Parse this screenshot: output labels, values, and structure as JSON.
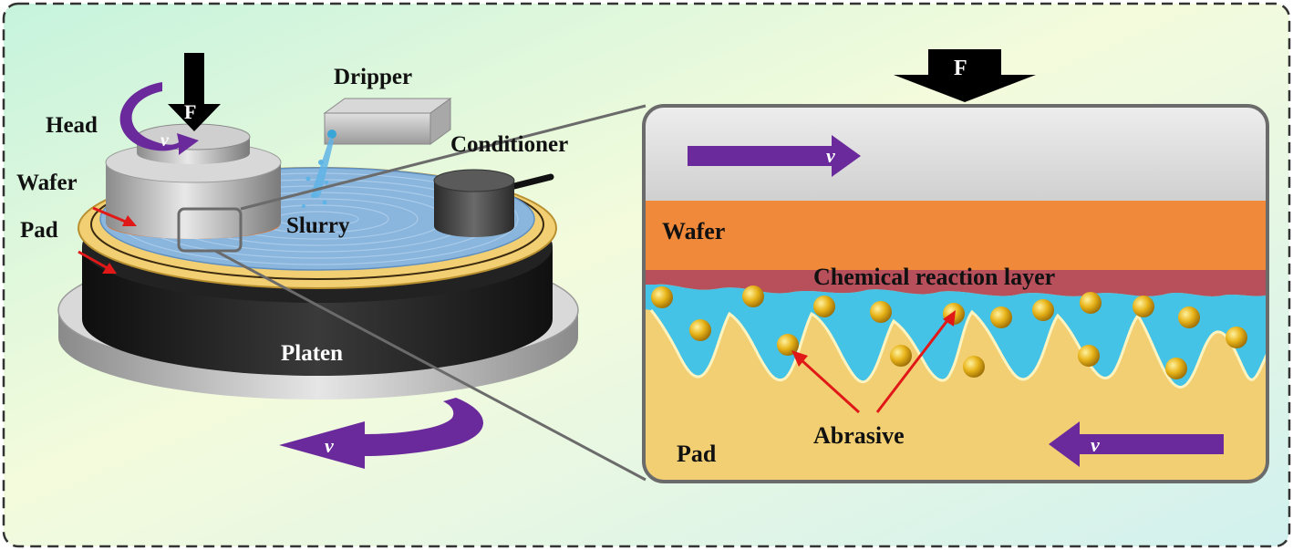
{
  "labels": {
    "force": "F",
    "velocity": "v",
    "head": "Head",
    "dripper": "Dripper",
    "conditioner": "Conditioner",
    "wafer": "Wafer",
    "pad": "Pad",
    "slurry": "Slurry",
    "platen": "Platen",
    "detail_wafer": "Wafer",
    "chemical_layer": "Chemical reaction layer",
    "abrasive": "Abrasive",
    "detail_pad": "Pad"
  },
  "colors": {
    "velocity_arrow": "#6a2a9c",
    "pointer_arrow": "#e01818",
    "wafer": "#f08a3a",
    "pad": "#f2cf72",
    "slurry": "#44c3e6",
    "chemical_layer": "#b8505c",
    "abrasive": "#e8b41a",
    "platen": "#2a2a2a"
  }
}
